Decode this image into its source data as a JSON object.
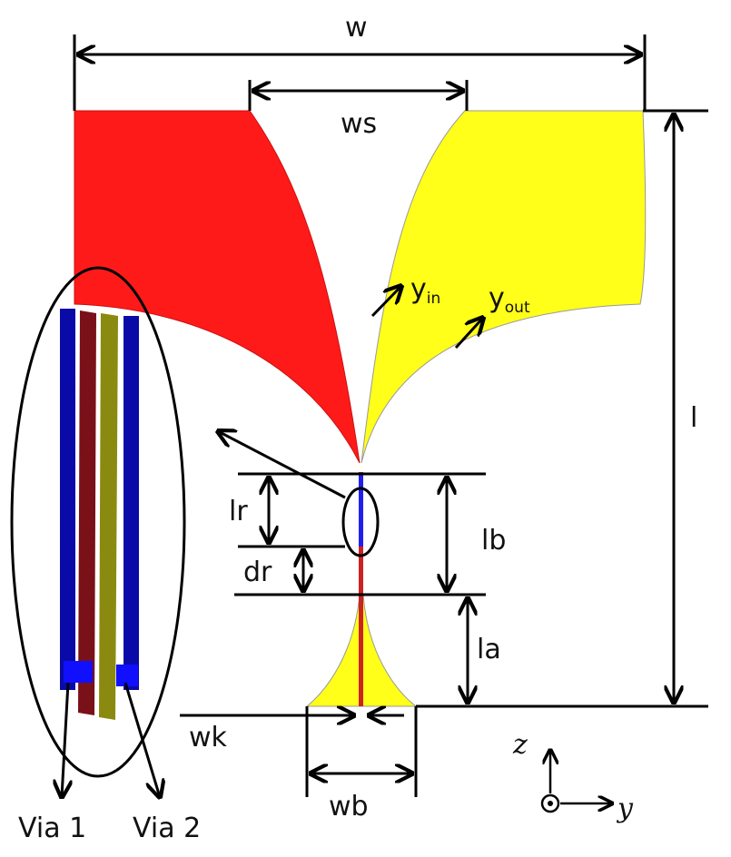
{
  "labels": {
    "w": "w",
    "ws": "ws",
    "l": "l",
    "lr": "lr",
    "dr": "dr",
    "lb": "lb",
    "la": "la",
    "wk": "wk",
    "wb": "wb",
    "y_in_base": "y",
    "y_in_sub": "in",
    "y_out_base": "y",
    "y_out_sub": "out",
    "via1": "Via 1",
    "via2": "Via 2",
    "axis_z": "z",
    "axis_y": "y"
  },
  "colors": {
    "left_flare": "#ff1a1a",
    "right_flare": "#ffff1a",
    "balun": "#ffff1a",
    "strip_red": "#cc2222",
    "via_blue": "#0a0aa8",
    "via_darkred": "#7a1018",
    "via_olive": "#8a8a10",
    "pad_blue": "#1010ff"
  }
}
